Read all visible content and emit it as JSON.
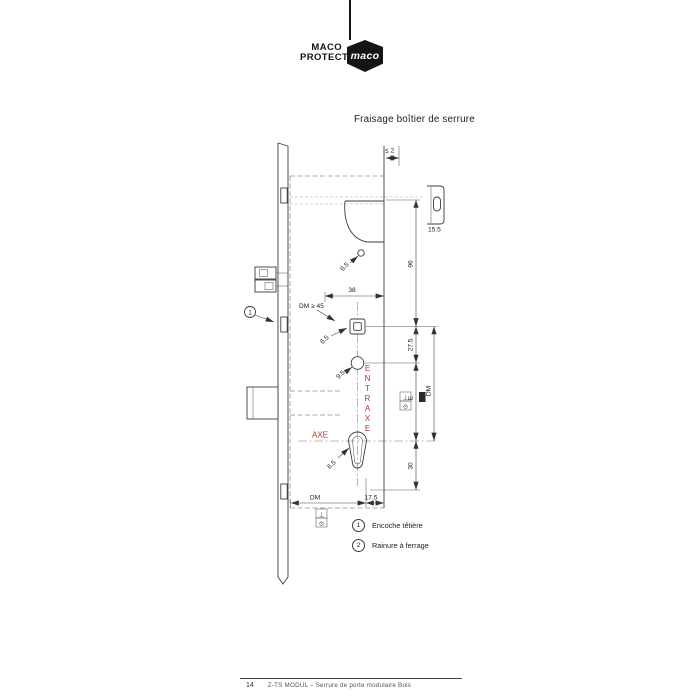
{
  "logo": {
    "brand_line1": "MACO",
    "brand_line2": "PROTECT",
    "badge_text": "maco"
  },
  "title": "Fraisage boîtier de serrure",
  "drawing": {
    "dims": {
      "gap_max": "≤ 2",
      "clip_width": "15.5",
      "height_96": "96",
      "width_38": "38",
      "dm_min": "DM ≥ 45",
      "dia_65": "6.5",
      "height_275": "27.5",
      "dia_95": "9.5",
      "entraxe_e": "E",
      "dm": "DM",
      "height_30": "30",
      "width_175": "17.5",
      "axis_label": "AXE",
      "entraxe_label": "ENTRAXE"
    },
    "tolerances": {
      "perpendicularity": "⊥",
      "position": "⊙"
    },
    "callouts": {
      "c1": "1",
      "c2": "2"
    },
    "legend": [
      {
        "num": "1",
        "label": "Encoche têtière"
      },
      {
        "num": "2",
        "label": "Rainure à ferrage"
      }
    ],
    "colors": {
      "accent_red": "#b23430",
      "line": "#3c3c3c"
    }
  },
  "footer": {
    "page": "14",
    "doc_title": "Z-TS MODUL – Serrure de porte modulaire Bois"
  }
}
